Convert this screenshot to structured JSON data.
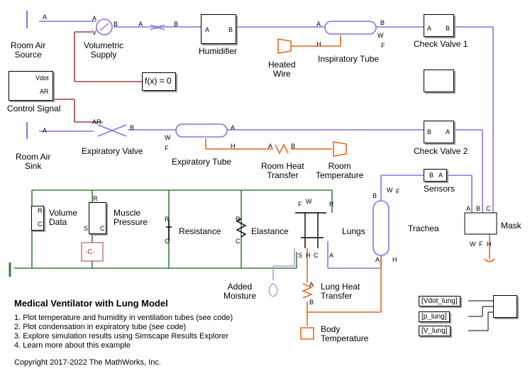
{
  "blocks": {
    "room_air_source": "Room Air\nSource",
    "volumetric_supply": "Volumetric\nSupply",
    "humidifier": "Humidifier",
    "inspiratory_tube": "Inspiratory Tube",
    "heated_wire": "Heated\nWire",
    "check_valve_1": "Check Valve 1",
    "control_signal": "Control Signal",
    "fx": "f(x) = 0",
    "room_air_sink": "Room Air\nSink",
    "expiratory_valve": "Expiratory Valve",
    "expiratory_tube": "Expiratory Tube",
    "room_heat_transfer": "Room Heat\nTransfer",
    "room_temperature": "Room\nTemperature",
    "check_valve_2": "Check Valve 2",
    "sensors": "Sensors",
    "mask": "Mask",
    "trachea": "Trachea",
    "volume_data": "Volume\nData",
    "muscle_pressure": "Muscle\nPressure",
    "constant": "-C-",
    "resistance": "Resistance",
    "elastance": "Elastance",
    "lungs": "Lungs",
    "added_moisture": "Added\nMoisture",
    "lung_heat_transfer": "Lung Heat\nTransfer",
    "body_temperature": "Body\nTemperature"
  },
  "ports": {
    "vdot": "Vdot",
    "ar": "AR",
    "a": "A",
    "b": "B",
    "h": "H",
    "v": "V",
    "w": "W",
    "f": "F",
    "c": "C",
    "r": "R",
    "s": "S"
  },
  "signals": [
    "[Vdot_lung]",
    "[p_lung]",
    "[V_lung]"
  ],
  "title": "Medical Ventilator with Lung Model",
  "list": [
    "1. Plot temperature and humidity in ventilation tubes (see code)",
    "2. Plot condensation in expiratory tube (see code)",
    "3. Explore simulation results using Simscape Results Explorer",
    "4. Learn more about this example"
  ],
  "copyright": "Copyright 2017-2022 The MathWorks, Inc.",
  "colors": {
    "moist_air": "#8f6fe6",
    "thermal": "#e5671e",
    "mech": "#3a7d3a",
    "signal": "#a04040",
    "sensor": "#b09be0"
  }
}
